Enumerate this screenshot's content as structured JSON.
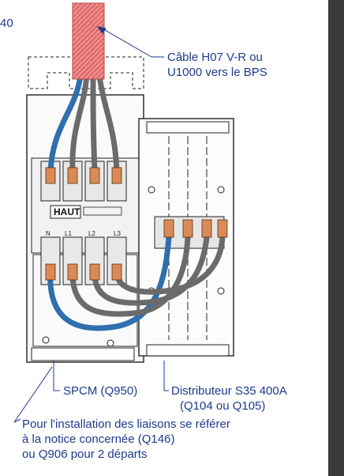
{
  "page_ref": "40",
  "labels": {
    "cable": [
      "Câble H07 V-R ou",
      "U1000 vers le BPS"
    ],
    "spcm": "SPCM (Q950)",
    "distributor": [
      "Distributeur S35 400A",
      "(Q104 ou Q105)"
    ],
    "install_note": [
      "Pour l'installation des liaisons se référer",
      "à la notice concernée (Q146)",
      "ou Q906 pour 2 départs"
    ]
  },
  "terminal_labels": [
    "N",
    "L1",
    "L2",
    "L3"
  ],
  "panel_badge": "HAUT",
  "colors": {
    "label": "#1e3a8c",
    "sleeve": "#f08a8a",
    "wire_blue": "#2f6fae",
    "wire_gray": "#6b6b6b",
    "connector": "#d98a56",
    "outline": "#222222",
    "side_bar": "#3a3a3a"
  }
}
